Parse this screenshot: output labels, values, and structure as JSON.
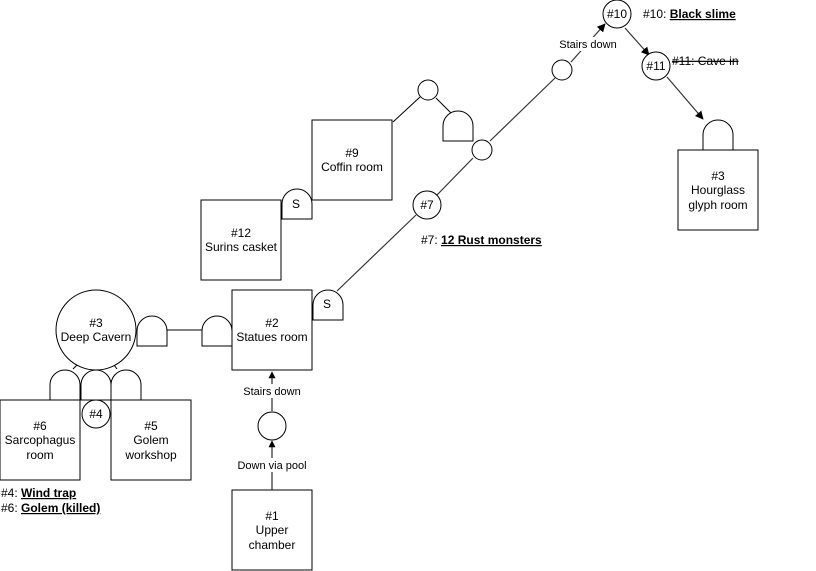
{
  "rooms": {
    "r1": {
      "num": "#1",
      "line1": "Upper",
      "line2": "chamber"
    },
    "r2": {
      "num": "#2",
      "line1": "Statues room"
    },
    "r3": {
      "num": "#3",
      "line1": "Deep Cavern"
    },
    "r5": {
      "num": "#5",
      "line1": "Golem",
      "line2": "workshop"
    },
    "r6": {
      "num": "#6",
      "line1": "Sarcophagus",
      "line2": "room"
    },
    "r9": {
      "num": "#9",
      "line1": "Coffin room"
    },
    "r12": {
      "num": "#12",
      "line1": "Surins casket"
    },
    "r3b": {
      "num": "#3",
      "line1": "Hourglass",
      "line2": "glyph room"
    }
  },
  "nodes": {
    "n4": "#4",
    "n7": "#7",
    "n10": "#10",
    "n11": "#11"
  },
  "doors": {
    "secret_label": "S"
  },
  "edges": {
    "down_via_pool": "Down via pool",
    "stairs_down_1": "Stairs down",
    "stairs_down_2": "Stairs down"
  },
  "notes": {
    "n10_prefix": "#10: ",
    "n10_value": "Black slime",
    "n11_text": "#11: Cave in",
    "n7_prefix": "#7: ",
    "n7_value": "12 Rust monsters",
    "n4_prefix": "#4: ",
    "n4_value": "Wind trap",
    "n6_prefix": "#6: ",
    "n6_value": "Golem (killed)"
  }
}
